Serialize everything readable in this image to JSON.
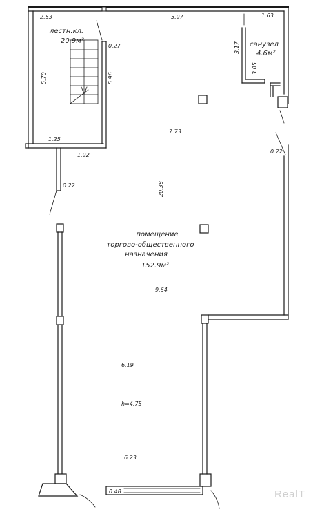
{
  "rooms": {
    "stairs": {
      "name": "лестн.кл.",
      "area": "20.9м²"
    },
    "bathroom": {
      "name": "санузел",
      "area": "4.6м²"
    },
    "main": {
      "line1": "помещение",
      "line2": "торгово-общественного",
      "line3": "назначения",
      "area": "152.9м²"
    }
  },
  "dimensions": {
    "d253": "2.53",
    "d597": "5.97",
    "d163": "1.63",
    "d027": "0.27",
    "d317": "3.17",
    "d305": "3.05",
    "d570": "5.70",
    "d596": "5.96",
    "d125": "1.25",
    "d192": "1.92",
    "d773": "7.73",
    "d022a": "0.22",
    "d022b": "0.22",
    "d2038": "20.38",
    "d964": "9.64",
    "d619": "6.19",
    "d623": "6.23",
    "d048": "0.48"
  },
  "height": "h=4.75",
  "watermark": "RealT"
}
